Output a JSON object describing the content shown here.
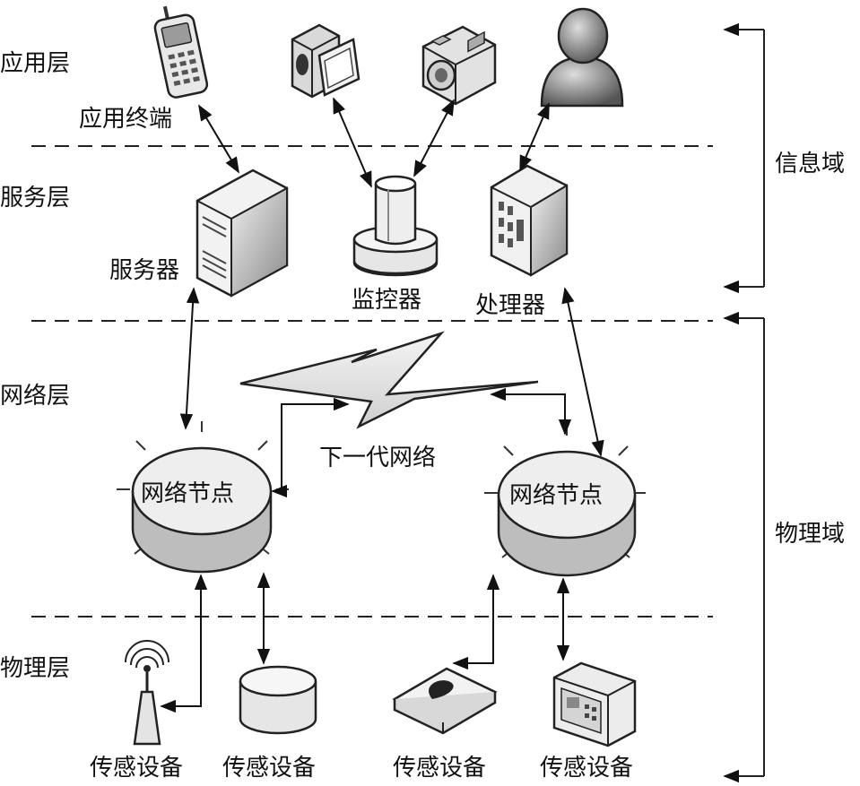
{
  "layers": {
    "application": "应用层",
    "service": "服务层",
    "network": "网络层",
    "physical": "物理层"
  },
  "domains": {
    "information": "信息域",
    "physical": "物理域"
  },
  "labels": {
    "app_terminal": "应用终端",
    "server": "服务器",
    "monitor": "监控器",
    "processor": "处理器",
    "next_gen_network": "下一代网络",
    "node_left": "网络节点",
    "node_right": "网络节点",
    "sensor_1": "传感设备",
    "sensor_2": "传感设备",
    "sensor_3": "传感设备",
    "sensor_4": "传感设备"
  },
  "icons": [
    "mobile-phone-icon",
    "video-camera-icon",
    "camera-icon",
    "user-icon",
    "server-icon",
    "monitor-stand-icon",
    "processor-cabinet-icon",
    "network-node-icon",
    "antenna-sensor-icon",
    "drum-sensor-icon",
    "pad-sensor-icon",
    "box-sensor-icon",
    "lightning-network-icon"
  ]
}
